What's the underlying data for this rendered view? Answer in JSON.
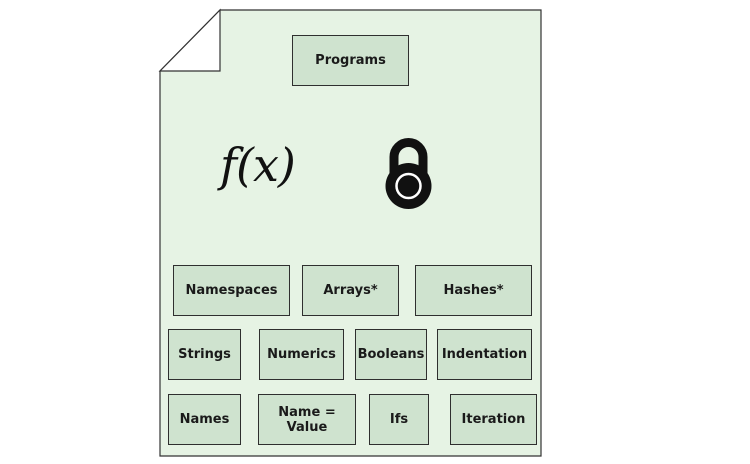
{
  "colors": {
    "page_fill": "#e6f3e4",
    "page_stroke": "#333333",
    "box_fill": "#cfe3cf",
    "box_stroke": "#2f2f2f",
    "icon": "#111111"
  },
  "icons": {
    "function": "function-fx-icon",
    "lock": "padlock-icon"
  },
  "fx_text": "f(x)",
  "boxes": {
    "programs": "Programs",
    "namespaces": "Namespaces",
    "arrays": "Arrays*",
    "hashes": "Hashes*",
    "strings": "Strings",
    "numerics": "Numerics",
    "booleans": "Booleans",
    "indentation": "Indentation",
    "names": "Names",
    "name_value": "Name =\nValue",
    "ifs": "Ifs",
    "iteration": "Iteration"
  }
}
